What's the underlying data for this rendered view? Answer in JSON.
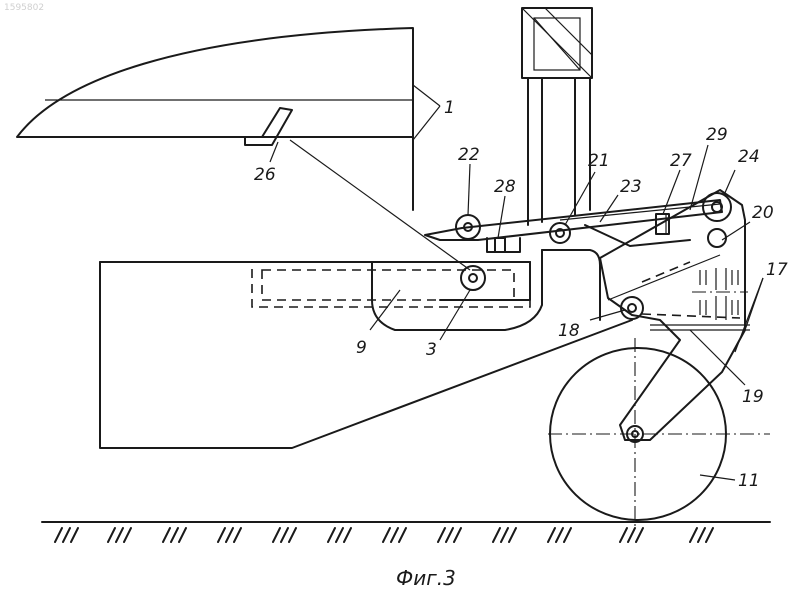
{
  "page_id": "1595802",
  "caption": "Фиг.3",
  "labels": {
    "l1": "1",
    "l3": "3",
    "l9": "9",
    "l11": "11",
    "l17": "17",
    "l18": "18",
    "l19": "19",
    "l20": "20",
    "l21": "21",
    "l22": "22",
    "l23": "23",
    "l24": "24",
    "l26": "26",
    "l27": "27",
    "l28": "28",
    "l29": "29"
  }
}
